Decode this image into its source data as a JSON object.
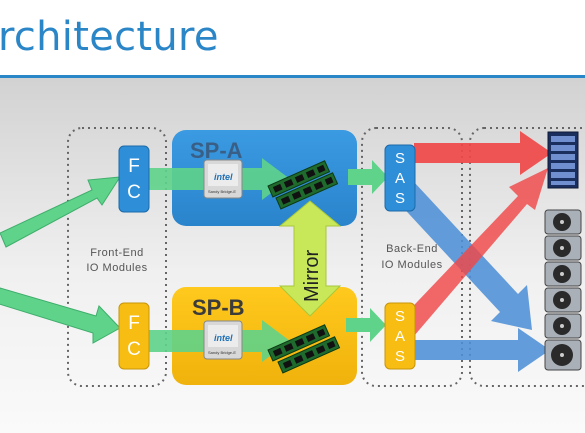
{
  "slide": {
    "title": "rchitecture",
    "accent_color": "#2b86c8"
  },
  "front_end": {
    "label_line1": "Front-End",
    "label_line2": "IO Modules",
    "fc_top": {
      "letters": [
        "F",
        "C"
      ],
      "color": "#2e8fd8"
    },
    "fc_bottom": {
      "letters": [
        "F",
        "C"
      ],
      "color": "#f7bd13"
    }
  },
  "sp_a": {
    "title": "SP-A",
    "color": "#2e8fd8",
    "title_color": "#3a5f86"
  },
  "sp_b": {
    "title": "SP-B",
    "color": "#f7bd13",
    "title_color": "#3b3b3b"
  },
  "cpu_chip": {
    "brand": "intel",
    "line1": "Sandy Bridge-E",
    "line2": ""
  },
  "mirror": {
    "label": "Mirror",
    "color": "#c8e85a"
  },
  "back_end": {
    "label_line1": "Back-End",
    "label_line2": "IO Modules",
    "sas_top": {
      "letters": [
        "S",
        "A",
        "S"
      ],
      "color": "#2e8fd8"
    },
    "sas_bottom": {
      "letters": [
        "S",
        "A",
        "S"
      ],
      "color": "#f7bd13"
    }
  },
  "storage": {
    "enclosure": "disk-shelf-icon",
    "drive_icon": "hard-drive-icon",
    "drive_count": 6
  },
  "arrow_colors": {
    "host": "#5fd38a",
    "to_top_shelf": "#f04848",
    "to_bottom_shelf": "#4d8fd6"
  }
}
